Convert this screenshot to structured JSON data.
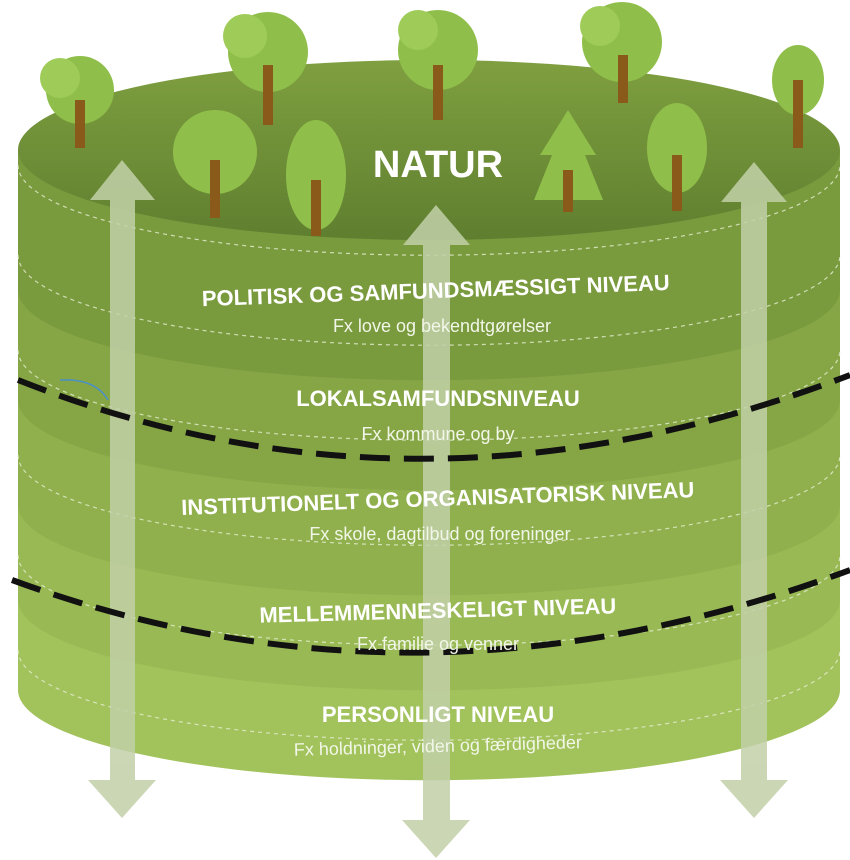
{
  "diagram": {
    "top_label": "NATUR",
    "levels": [
      {
        "title": "POLITISK OG SAMFUNDSMÆSSIGT NIVEAU",
        "example": "Fx love og bekendtgørelser"
      },
      {
        "title": "LOKALSAMFUNDSNIVEAU",
        "example": "Fx kommune og by"
      },
      {
        "title": "INSTITUTIONELT OG ORGANISATORISK NIVEAU",
        "example": "Fx skole, dagtilbud og foreninger"
      },
      {
        "title": "MELLEMMENNESKELIGT NIVEAU",
        "example": "Fx familie og venner"
      },
      {
        "title": "PERSONLIGT NIVEAU",
        "example": "Fx holdninger, viden og færdigheder"
      }
    ],
    "colors": {
      "top_surface": "#6f8f3a",
      "band_1": "#7a9a3e",
      "band_2": "#86a646",
      "band_3": "#8fb04c",
      "band_4": "#98b954",
      "band_5": "#a2c25c",
      "arrow": "#b7c79a",
      "tree_canopy": "#8fbf4a",
      "tree_trunk": "#8a5a1a",
      "dashed_line": "#111111"
    }
  }
}
